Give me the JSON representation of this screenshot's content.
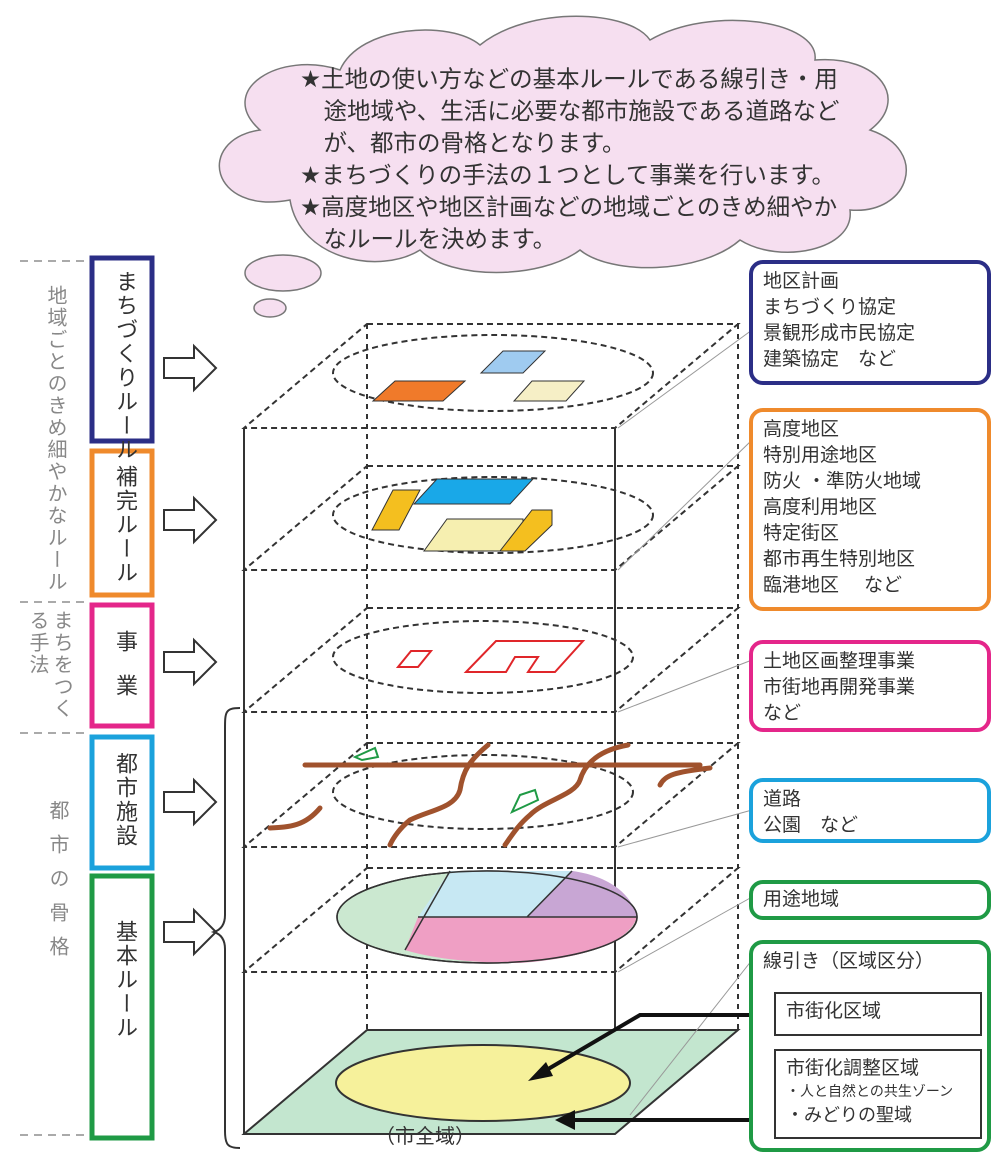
{
  "cloud": {
    "lines": [
      "★土地の使い方などの基本ルールである線引き・用",
      "　途地域や、生活に必要な都市施設である道路など",
      "　が、都市の骨格となります。",
      "★まちづくりの手法の１つとして事業を行います。",
      "★高度地区や地区計画などの地域ごとのきめ細やか",
      "　なルールを決めます。"
    ]
  },
  "categories": {
    "area_rules": "地域ごとのきめ細やかなルール",
    "methods": "まちをつくる手法",
    "skeleton": "都市の骨格"
  },
  "layers": {
    "machizukuri": "まちづくりルール",
    "hokan": "補完ルール",
    "jigyo": "事業",
    "toshi_shisetsu": "都市施設",
    "kihon": "基本ルール"
  },
  "boxes": {
    "b1": [
      "地区計画",
      "まちづくり協定",
      "景観形成市民協定",
      "建築協定　など"
    ],
    "b2": [
      "高度地区",
      "特別用途地区",
      "防火 ・準防火地域",
      "高度利用地区",
      "特定街区",
      "都市再生特別地区",
      "臨港地区　 など"
    ],
    "b3": [
      "土地区画整理事業",
      "市街地再開発事業",
      "など"
    ],
    "b4": [
      "道路",
      "公園　など"
    ],
    "b5": [
      "用途地域"
    ],
    "b6": {
      "title": "線引き（区域区分）",
      "urban": "市街化区域",
      "control": "市街化調整区域",
      "bullet1": "・人と自然との共生ゾーン",
      "bullet2": "・みどりの聖域"
    }
  },
  "bottom_label": "（市全域）",
  "colors": {
    "navy": "#2b2e86",
    "orange": "#ef8a2c",
    "magenta": "#e4268a",
    "cyan": "#1ba2dc",
    "green": "#1f9a45",
    "road": "#a0522d"
  }
}
